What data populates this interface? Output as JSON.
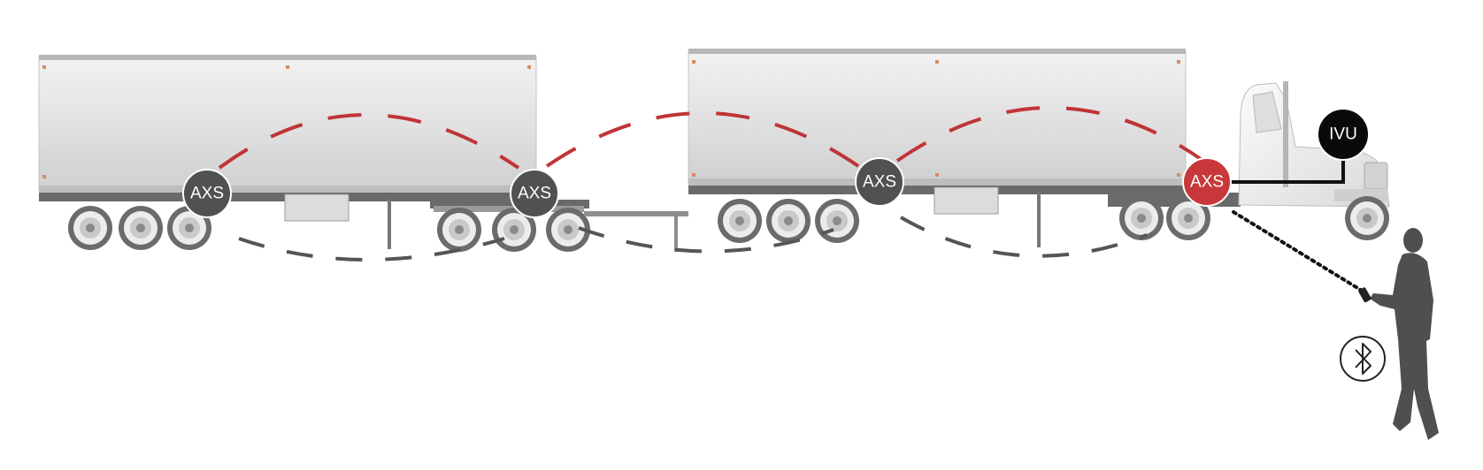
{
  "nodes": {
    "axs_trailer_rear_front": "AXS",
    "axs_trailer_rear_back": "AXS",
    "axs_trailer_lead": "AXS",
    "axs_prime_mover": "AXS",
    "ivu": "IVU"
  },
  "colors": {
    "axs_node": "#505153",
    "axs_active": "#c8383a",
    "ivu_node": "#0a0a0a",
    "link_upper": "#c03438",
    "link_lower": "#555555",
    "trailer_body": "#e4e4e4",
    "chassis": "#6a6a6a",
    "person": "#4f4f4f"
  },
  "icons": {
    "bluetooth": "bluetooth-icon",
    "person": "person-icon",
    "phone": "phone-icon"
  }
}
